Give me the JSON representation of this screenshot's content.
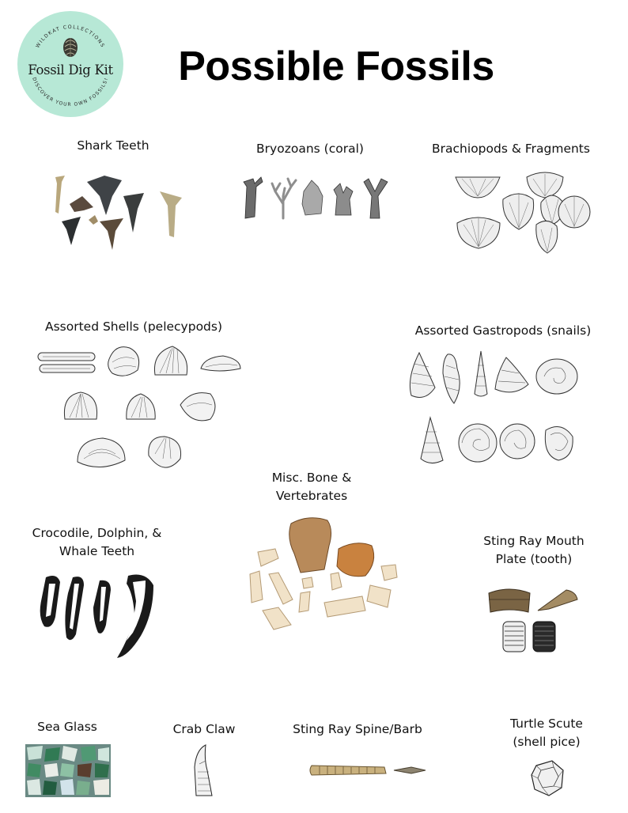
{
  "logo": {
    "brand_arc": "WILDKAT COLLECTIONS",
    "title": "Fossil Dig Kit",
    "tagline_arc": "DISCOVER YOUR OWN FOSSILS!"
  },
  "page_title": "Possible Fossils",
  "fossils": [
    {
      "label": "Shark Teeth"
    },
    {
      "label": "Bryozoans (coral)"
    },
    {
      "label": "Brachiopods & Fragments"
    },
    {
      "label": "Assorted Shells (pelecypods)"
    },
    {
      "label": "Assorted Gastropods (snails)"
    },
    {
      "label": "Misc. Bone & Vertebrates"
    },
    {
      "label": "Crocodile, Dolphin, & Whale Teeth"
    },
    {
      "label": "Sting Ray Mouth Plate (tooth)"
    },
    {
      "label": "Sea Glass"
    },
    {
      "label": "Crab Claw"
    },
    {
      "label": "Sting Ray Spine/Barb"
    },
    {
      "label": "Turtle Scute (shell pice)"
    }
  ]
}
